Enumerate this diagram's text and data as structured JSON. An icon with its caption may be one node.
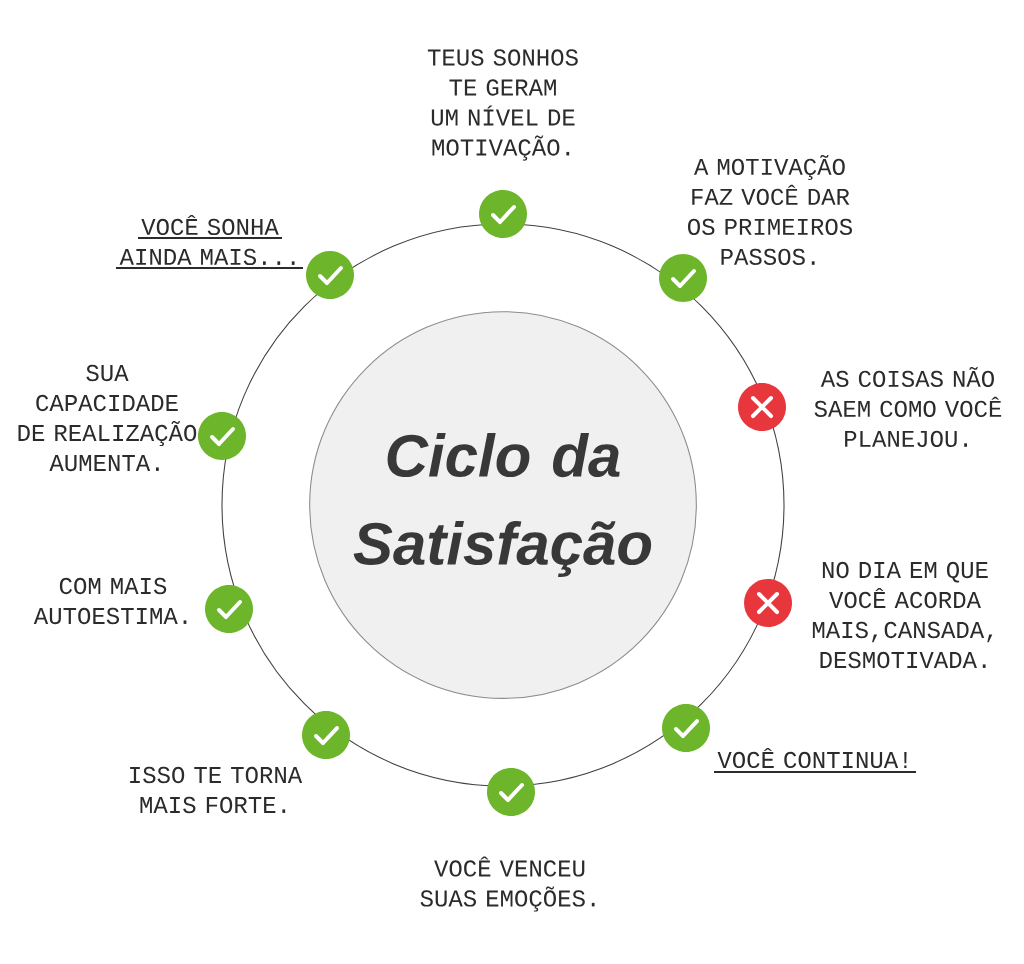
{
  "diagram": {
    "nodes": [
      {
        "text": [
          "Ciclo da Satisfação"
        ]
      },
      {
        "text": [],
        "shape": "check",
        "beside": [
          "TEUS SONHOS TE GERAM UM NÍVEL DE MOTIVAÇÃO."
        ]
      },
      {
        "text": [],
        "shape": "check",
        "beside": [
          "A MOTIVAÇÃO FAZ VOCÊ DAR OS PRIMEIROS PASSOS."
        ]
      },
      {
        "text": [],
        "shape": "cross",
        "beside": [
          "AS COISAS NÃO SAEM COMO VOCÊ PLANEJOU."
        ]
      },
      {
        "text": [],
        "shape": "cross",
        "beside": [
          "NO DIA EM QUE VOCÊ ACORDA MAIS,CANSADA, DESMOTIVADA."
        ]
      },
      {
        "text": [],
        "shape": "check",
        "beside": [
          "VOCÊ CONTINUA!"
        ]
      },
      {
        "text": [],
        "shape": "check",
        "beside": [
          "VOCÊ VENCEU SUAS EMOÇÕES."
        ]
      },
      {
        "text": [],
        "shape": "check",
        "beside": [
          "ISSO TE TORNA MAIS FORTE."
        ]
      },
      {
        "text": [],
        "shape": "check",
        "beside": [
          "COM MAIS AUTOESTIMA."
        ]
      },
      {
        "text": [],
        "shape": "check",
        "beside": [
          "SUA CAPACIDADE DE REALIZAÇÃO AUMENTA."
        ]
      },
      {
        "text": [],
        "shape": "check",
        "beside": [
          "VOCÊ SONHA AINDA MAIS..."
        ]
      }
    ]
  }
}
